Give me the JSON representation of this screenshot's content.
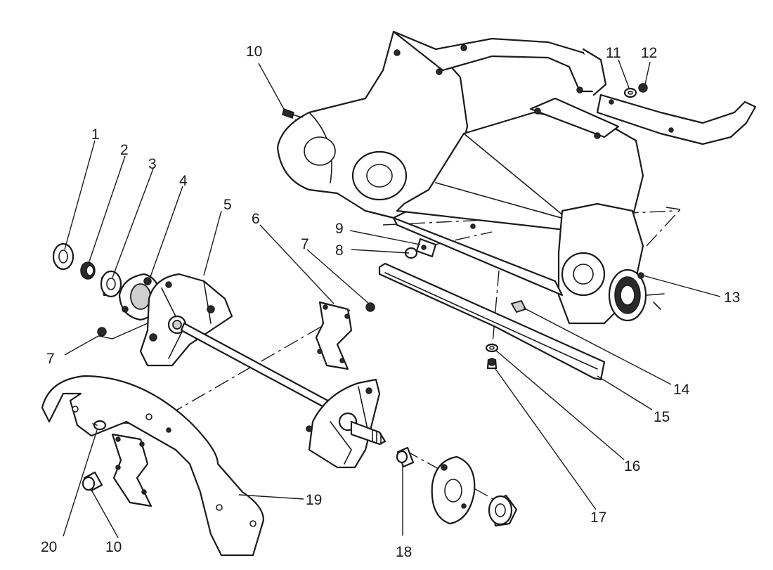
{
  "callouts": [
    "1",
    "2",
    "3",
    "4",
    "5",
    "6",
    "7",
    "7",
    "8",
    "9",
    "10",
    "10",
    "11",
    "12",
    "13",
    "14",
    "15",
    "16",
    "17",
    "18",
    "19",
    "20"
  ],
  "colors": {
    "line": "#1a1a1a",
    "background": "#ffffff"
  }
}
